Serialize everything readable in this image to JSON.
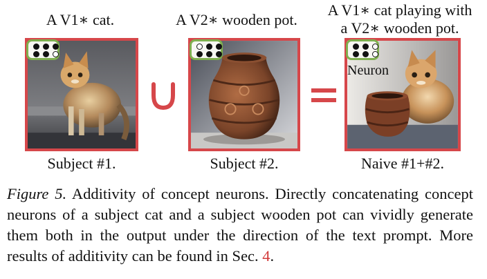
{
  "panels": [
    {
      "prompt_lines": [
        "A V1∗ cat."
      ],
      "label": "Subject #1.",
      "neuron_dots": [
        true,
        true,
        true,
        true,
        true,
        false
      ]
    },
    {
      "prompt_lines": [
        "A V2∗ wooden pot."
      ],
      "label": "Subject #2.",
      "neuron_dots": [
        false,
        true,
        true,
        true,
        true,
        true
      ]
    },
    {
      "prompt_lines": [
        "A V1∗ cat playing with",
        "a V2∗ wooden pot."
      ],
      "label": "Naive #1+#2.",
      "neuron_dots": [
        true,
        true,
        false,
        true,
        true,
        false
      ],
      "neuron_label": "Neuron"
    }
  ],
  "caption": {
    "figure_label": "Figure 5.",
    "text": " Additivity of concept neurons. Directly concatenating concept neurons of a subject cat and a subject wooden pot can vividly generate them both in the output under the direction of the text prompt. More results of additivity can be found in Sec. ",
    "ref": "4",
    "end": "."
  },
  "colors": {
    "frame": "#d6474a",
    "badge_border": "#7fb04f",
    "operator": "#d6474a",
    "ref": "#d23a3a"
  }
}
